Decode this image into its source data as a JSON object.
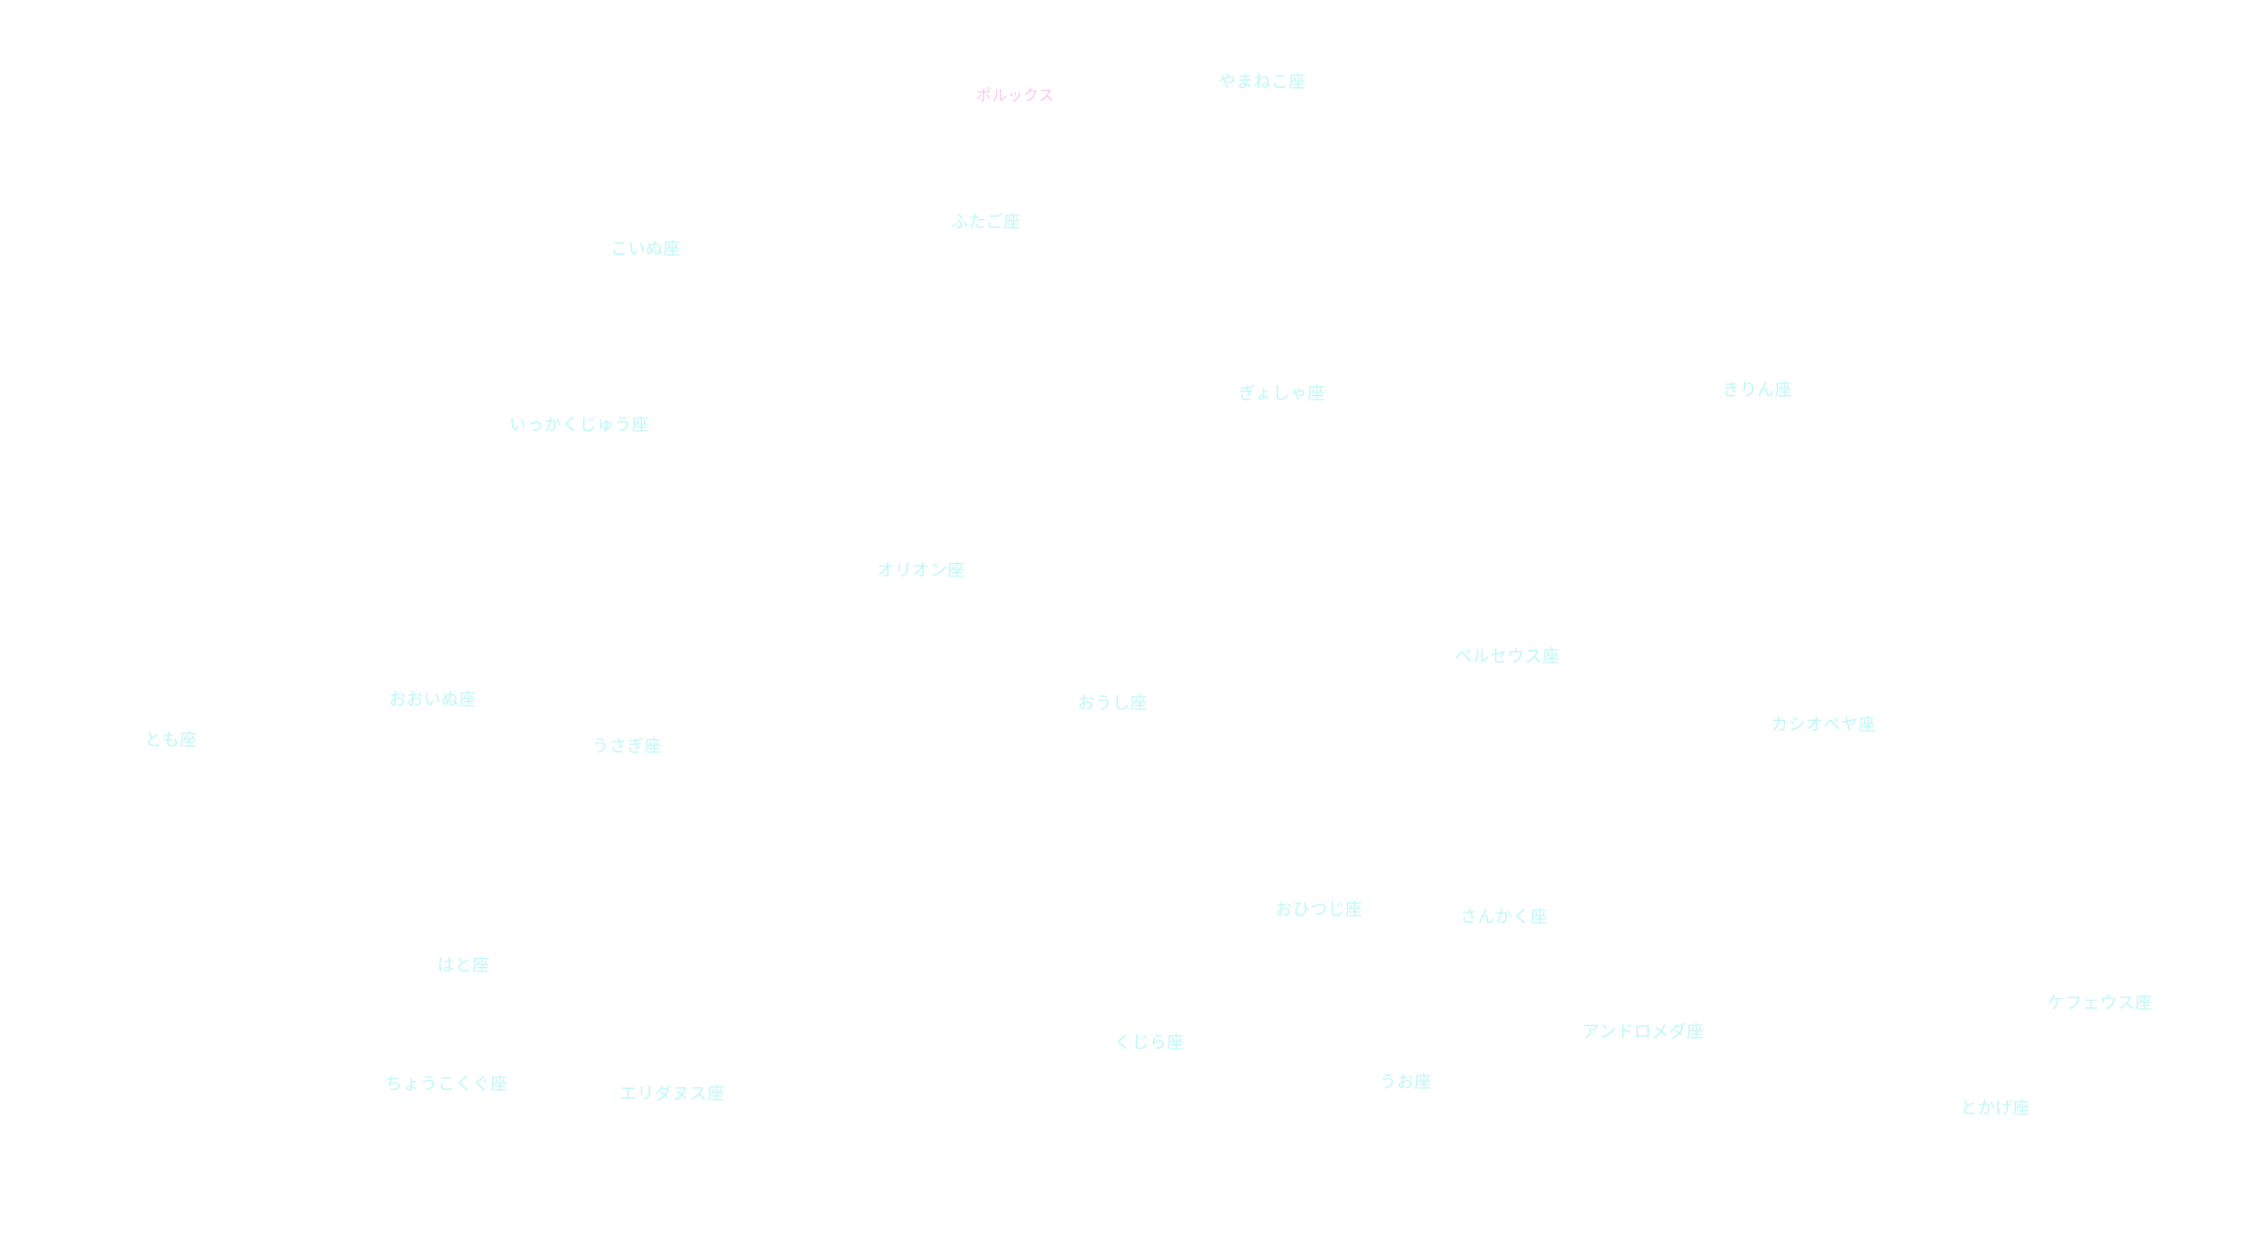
{
  "colors": {
    "background": "#ffffff",
    "constellation_label": "#bff7f7",
    "star_label": "#f7c8f0"
  },
  "stars": {
    "pollux": "ポルックス"
  },
  "constellations": {
    "lynx": "やまねこ座",
    "gemini": "ふたご座",
    "canis_minor": "こいぬ座",
    "auriga": "ぎょしゃ座",
    "camelopardalis": "きりん座",
    "monoceros": "いっかくじゅう座",
    "orion": "オリオン座",
    "perseus": "ペルセウス座",
    "canis_major": "おおいぬ座",
    "taurus": "おうし座",
    "puppis": "とも座",
    "lepus": "うさぎ座",
    "cassiopeia": "カシオペヤ座",
    "aries": "おひつじ座",
    "triangulum": "さんかく座",
    "columba": "はと座",
    "cepheus": "ケフェウス座",
    "andromeda": "アンドロメダ座",
    "cetus": "くじら座",
    "caelum": "ちょうこくぐ座",
    "pisces": "うお座",
    "eridanus": "エリダヌス座",
    "lacerta": "とかげ座"
  }
}
